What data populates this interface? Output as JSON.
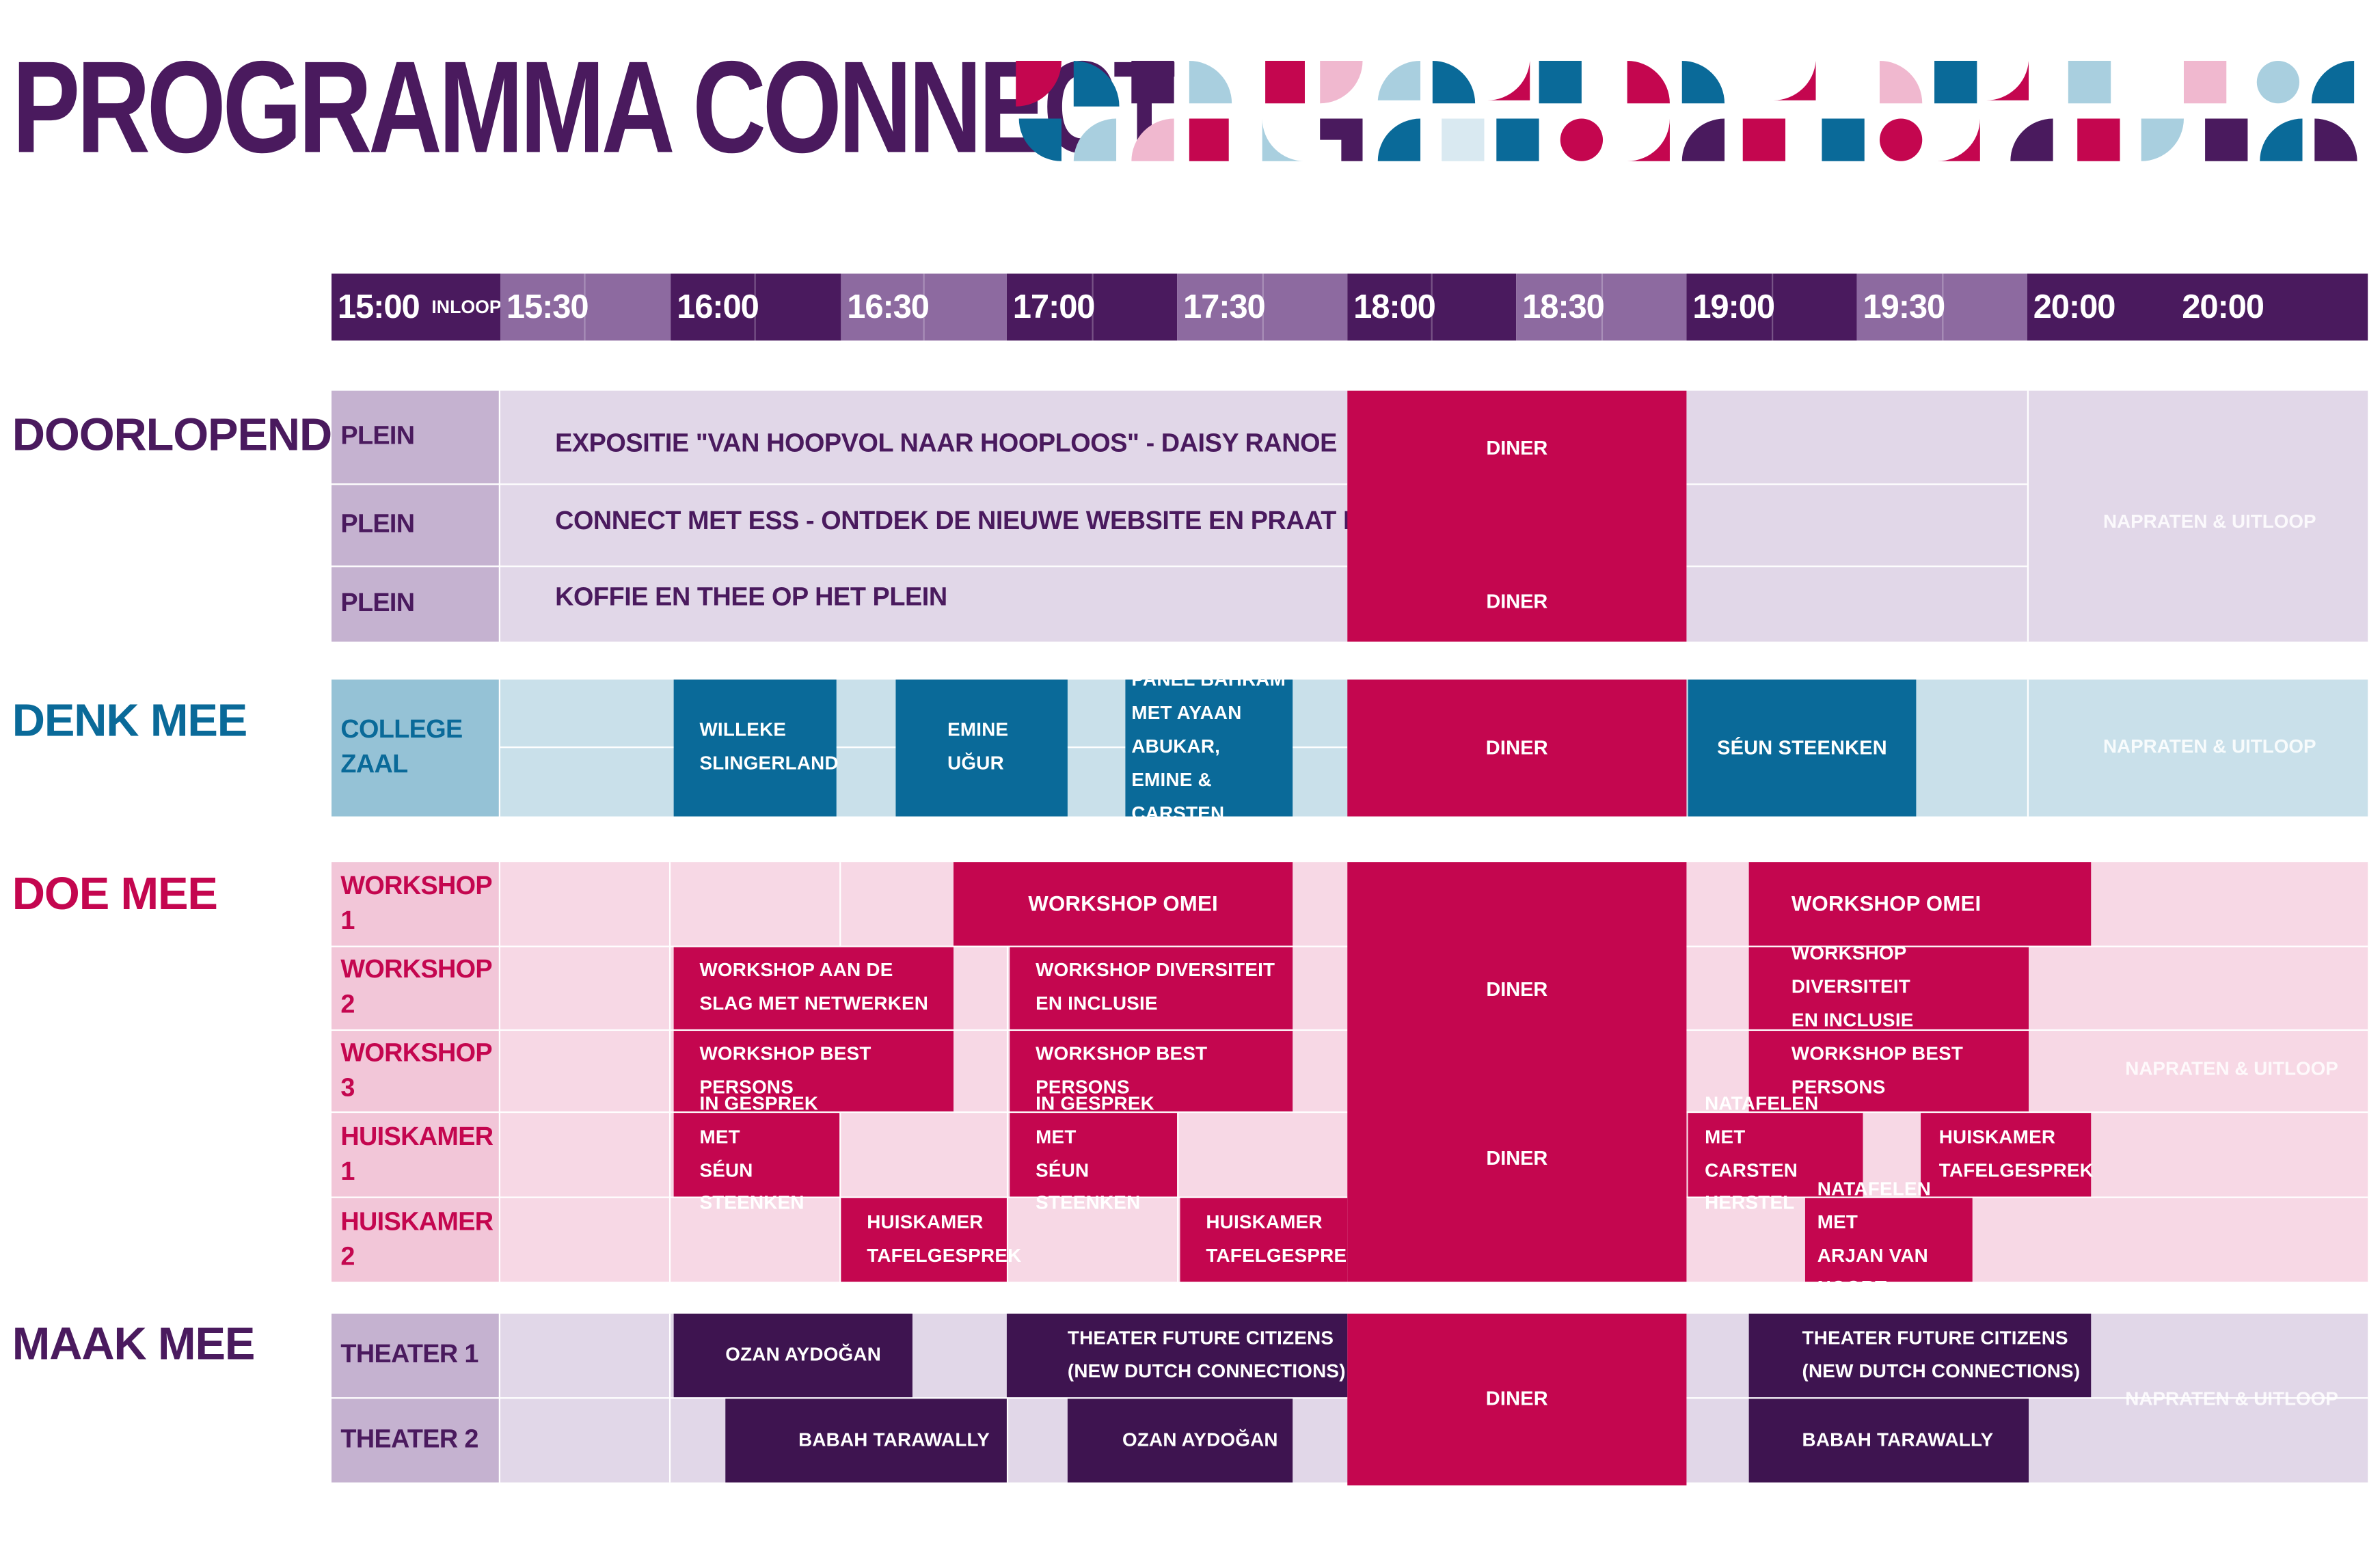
{
  "title": "PROGRAMMA CONNECT",
  "colors": {
    "purple": "#4a1a5e",
    "purple_light": "#c5b2d0",
    "purple_bg": "#e1d7e8",
    "blue": "#0a6a99",
    "blue_light": "#95c2d6",
    "blue_bg": "#c9e0ea",
    "pink": "#c4064f",
    "pink_light": "#f2c6d8",
    "pink_bg": "#f7d8e5"
  },
  "header": {
    "first": "15:00",
    "first_note": "INLOOP",
    "times": [
      "15:30",
      "16:00",
      "16:30",
      "17:00",
      "17:30",
      "18:00",
      "18:30",
      "19:00",
      "19:30",
      "20:00",
      "20:00"
    ]
  },
  "sections": {
    "doorlopend": "DOORLOPEND",
    "denk_mee": "DENK MEE",
    "doe_mee": "DOE MEE",
    "maak_mee": "MAAK MEE"
  },
  "doorlopend": {
    "rows": [
      {
        "label": "PLEIN",
        "text": "EXPOSITIE \"VAN HOOPVOL NAAR HOOPLOOS\" - DAISY RANOE"
      },
      {
        "label": "PLEIN",
        "text": "CONNECT MET ESS - ONTDEK DE NIEUWE WEBSITE EN PRAAT MEE"
      },
      {
        "label": "PLEIN",
        "text": "KOFFIE EN THEE OP HET PLEIN"
      }
    ],
    "diner_top": "DINER",
    "diner_bottom": "DINER",
    "napraten": "NAPRATEN & UITLOOP"
  },
  "denk_mee": {
    "label_line1": "COLLEGE",
    "label_line2": "ZAAL",
    "willeke_1": "WILLEKE",
    "willeke_2": "SLINGERLAND",
    "emine_1": "EMINE",
    "emine_2": "UĞUR",
    "panel_1": "PANEL BAHRAM",
    "panel_2": "MET AYAAN ABUKAR,",
    "panel_3": "EMINE & CARSTEN",
    "diner": "DINER",
    "seun": "SÉUN STEENKEN",
    "napraten": "NAPRATEN & UITLOOP"
  },
  "doe_mee": {
    "labels": [
      "WORKSHOP 1",
      "WORKSHOP 2",
      "WORKSHOP 3",
      "HUISKAMER 1",
      "HUISKAMER 2"
    ],
    "w1_a": "WORKSHOP OMEI",
    "w1_b": "WORKSHOP OMEI",
    "w2_a_1": "WORKSHOP AAN DE",
    "w2_a_2": "SLAG MET NETWERKEN",
    "w2_b_1": "WORKSHOP DIVERSITEIT",
    "w2_b_2": "EN INCLUSIE",
    "w2_c_1": "WORKSHOP DIVERSITEIT",
    "w2_c_2": "EN INCLUSIE",
    "w3_a": "WORKSHOP BEST PERSONS",
    "w3_b": "WORKSHOP BEST PERSONS",
    "w3_c": "WORKSHOP BEST PERSONS",
    "h1_a_1": "IN GESPREK MET",
    "h1_a_2": "SÉUN STEENKEN",
    "h1_b_1": "IN GESPREK MET",
    "h1_b_2": "SÉUN STEENKEN",
    "h1_c_1": "NATAFELEN MET",
    "h1_c_2": "CARSTEN HERSTEL",
    "h1_d_1": "HUISKAMER",
    "h1_d_2": "TAFELGESPREK",
    "h2_a_1": "HUISKAMER",
    "h2_a_2": "TAFELGESPREK",
    "h2_b_1": "HUISKAMER",
    "h2_b_2": "TAFELGESPREK",
    "h2_c_1": "NATAFELEN MET",
    "h2_c_2": "ARJAN VAN NOORT",
    "diner_1": "DINER",
    "diner_2": "DINER",
    "napraten": "NAPRATEN & UITLOOP"
  },
  "maak_mee": {
    "labels": [
      "THEATER 1",
      "THEATER 2"
    ],
    "ozan_1": "OZAN AYDOĞAN",
    "tfc_a_1": "THEATER FUTURE CITIZENS",
    "tfc_a_2": "(NEW DUTCH CONNECTIONS)",
    "tfc_b_1": "THEATER FUTURE CITIZENS",
    "tfc_b_2": "(NEW DUTCH CONNECTIONS)",
    "babah_1": "BABAH TARAWALLY",
    "ozan_2": "OZAN AYDOĞAN",
    "babah_2": "BABAH TARAWALLY",
    "diner": "DINER",
    "napraten": "NAPRATEN & UITLOOP"
  }
}
